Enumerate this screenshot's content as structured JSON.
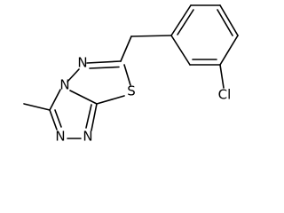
{
  "molecule": {
    "atom_labels": {
      "n_top": "N",
      "n_bridge": "N",
      "n_bottom_left": "N",
      "n_bottom_right": "N",
      "s": "S",
      "cl_symbol": "Cl"
    }
  }
}
